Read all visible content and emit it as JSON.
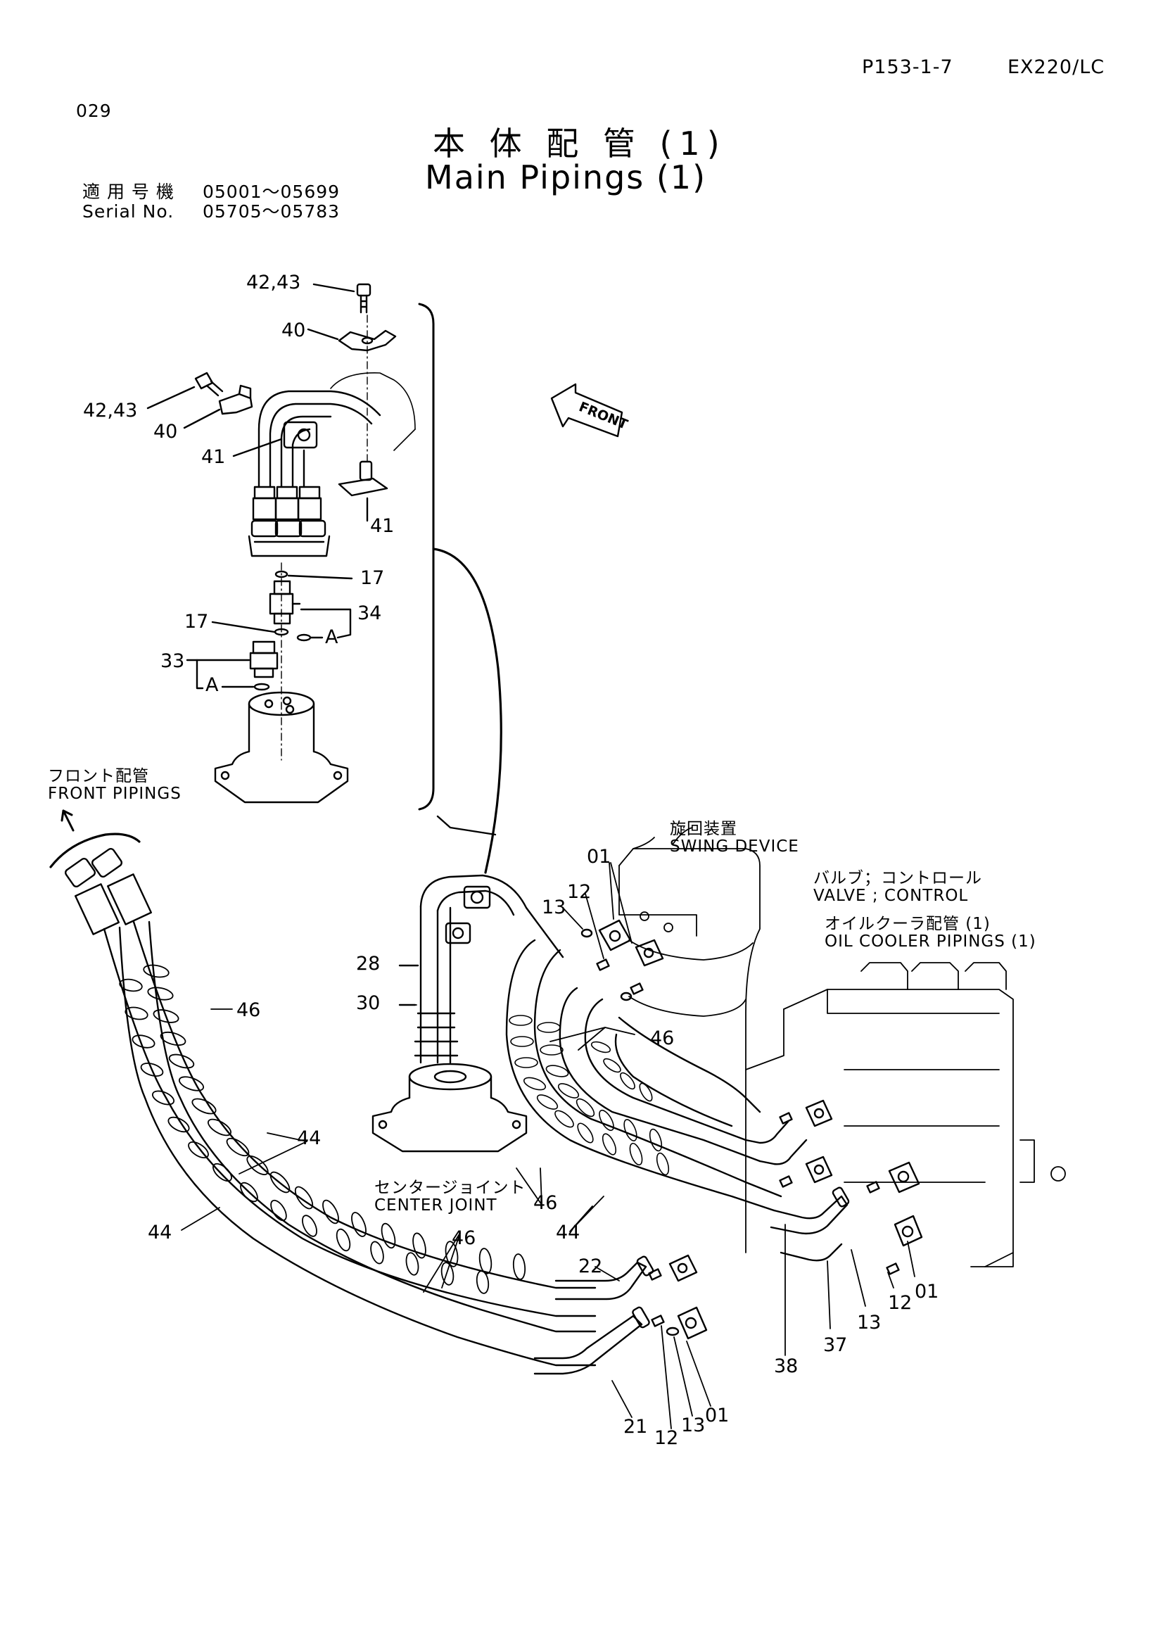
{
  "header": {
    "page_code": "P153-1-7",
    "model": "EX220/LC",
    "page_number": "029"
  },
  "title": {
    "japanese": "本 体 配 管 (1)",
    "english": "Main Pipings (1)"
  },
  "serial": {
    "label_jp": "適 用 号 機",
    "label_en": "Serial No.",
    "range_1": "05001～05699",
    "range_2": "05705～05783"
  },
  "notes": {
    "front_pipings_jp": "フロント配管",
    "front_pipings_en": "FRONT PIPINGS",
    "swing_device_jp": "旋回装置",
    "swing_device_en": "SWING DEVICE",
    "valve_jp": "バルブ；コントロール",
    "valve_en": "VALVE ; CONTROL",
    "oil_cooler_jp": "オイルクーラ配管 (1)",
    "oil_cooler_en": "OIL COOLER PIPINGS (1)",
    "center_joint_jp": "センタージョイント",
    "center_joint_en": "CENTER JOINT",
    "front_arrow": "FRONT"
  },
  "callouts": {
    "c_42_43_top": "42,43",
    "c_40_top": "40",
    "c_42_43_left": "42,43",
    "c_40_left": "40",
    "c_41_left": "41",
    "c_41_right": "41",
    "c_17_right": "17",
    "c_17_left": "17",
    "c_34": "34",
    "c_A_upper": "A",
    "c_33": "33",
    "c_A_lower": "A",
    "c_01_top": "01",
    "c_12_top": "12",
    "c_13_top": "13",
    "c_28": "28",
    "c_30": "30",
    "c_46_left": "46",
    "c_46_mid": "46",
    "c_46_center": "46",
    "c_46_bottom": "46",
    "c_44_upper": "44",
    "c_44_left": "44",
    "c_44_center": "44",
    "c_22": "22",
    "c_21": "21",
    "c_12_bottom": "12",
    "c_13_bottom": "13",
    "c_01_bottom": "01",
    "c_38": "38",
    "c_37": "37",
    "c_13_right": "13",
    "c_12_right": "12",
    "c_01_right": "01"
  }
}
